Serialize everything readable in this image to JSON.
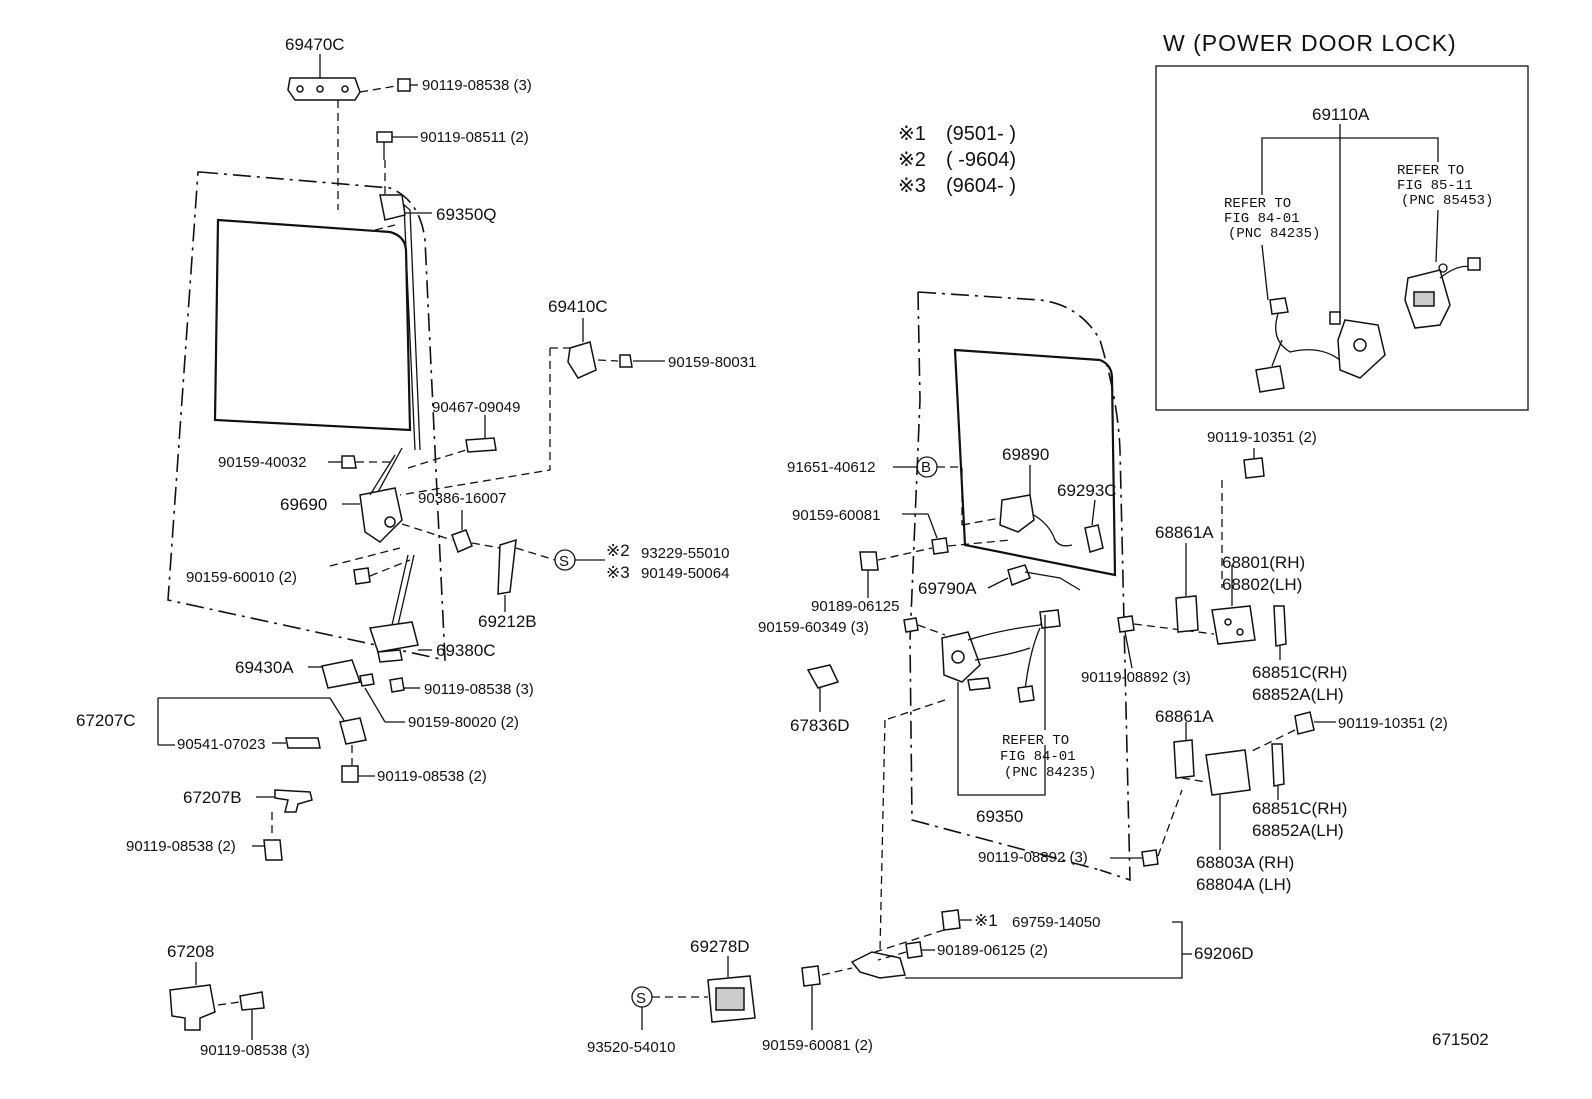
{
  "diagram": {
    "inset_title": "W (POWER  DOOR  LOCK)",
    "footer_code": "671502",
    "notes": [
      {
        "mark": "※1",
        "text": "(9501-      )"
      },
      {
        "mark": "※2",
        "text": "(      -9604)"
      },
      {
        "mark": "※3",
        "text": "(9604-      )"
      }
    ],
    "circle_b": "B",
    "circle_s": "S",
    "labels": {
      "p69470C": "69470C",
      "p90119_08538_3a": "90119-08538 (3)",
      "p90119_08511_2": "90119-08511 (2)",
      "p69350Q": "69350Q",
      "p69410C": "69410C",
      "p90159_80031": "90159-80031",
      "p90467_09049": "90467-09049",
      "p90159_40032": "90159-40032",
      "p69690": "69690",
      "p90386_16007": "90386-16007",
      "p93229_55010": "93229-55010",
      "p90149_50064": "90149-50064",
      "m2": "※2",
      "m3": "※3",
      "p90159_60010_2": "90159-60010 (2)",
      "p69212B": "69212B",
      "p69380C": "69380C",
      "p69430A": "69430A",
      "p90119_08538_3b": "90119-08538 (3)",
      "p67207C": "67207C",
      "p90159_80020_2": "90159-80020 (2)",
      "p90541_07023": "90541-07023",
      "p90119_08538_2a": "90119-08538 (2)",
      "p67207B": "67207B",
      "p90119_08538_2b": "90119-08538 (2)",
      "p67208": "67208",
      "p90119_08538_3c": "90119-08538 (3)",
      "p69110A": "69110A",
      "refer1a": "REFER TO",
      "refer1b": "FIG 84-01",
      "refer1c": "(PNC 84235)",
      "refer2a": "REFER TO",
      "refer2b": "FIG 85-11",
      "refer2c": "(PNC 85453)",
      "p90119_10351_2a": "90119-10351 (2)",
      "p91651_40612": "91651-40612",
      "p69890": "69890",
      "p69293C": "69293C",
      "p90159_60081": "90159-60081",
      "p68861A_a": "68861A",
      "p68801": "68801(RH)",
      "p68802": "68802(LH)",
      "p69790A": "69790A",
      "p90189_06125": "90189-06125",
      "p90159_60349_3": "90159-60349 (3)",
      "p90119_08892_3a": "90119-08892 (3)",
      "p68851C_a": "68851C(RH)",
      "p68852A_a": "68852A(LH)",
      "p67836D": "67836D",
      "refer3a": "REFER TO",
      "refer3b": "FIG 84-01",
      "refer3c": "(PNC 84235)",
      "p68861A_b": "68861A",
      "p90119_10351_2b": "90119-10351 (2)",
      "p69350": "69350",
      "p68851C_b": "68851C(RH)",
      "p68852A_b": "68852A(LH)",
      "p90119_08892_3b": "90119-08892 (3)",
      "p68803A": "68803A  (RH)",
      "p68804A": "68804A  (LH)",
      "m1": "※1",
      "p69759_14050": "69759-14050",
      "p69278D": "69278D",
      "p90189_06125_2": "90189-06125 (2)",
      "p69206D": "69206D",
      "p93520_54010": "93520-54010",
      "p90159_60081_2": "90159-60081 (2)"
    }
  }
}
